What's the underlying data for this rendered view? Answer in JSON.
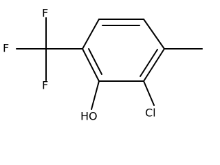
{
  "molecule": {
    "atoms": {
      "fluorine_top": "F",
      "fluorine_left": "F",
      "fluorine_bottom": "F",
      "hydroxyl": "HO",
      "chlorine": "Cl"
    }
  },
  "colors": {
    "bond": "#000000",
    "label": "#000000",
    "background": "#ffffff"
  }
}
